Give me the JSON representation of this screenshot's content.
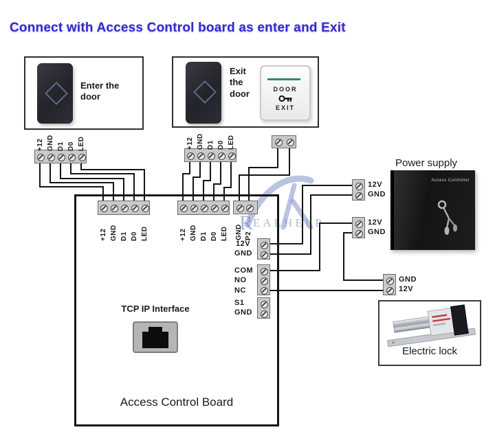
{
  "title": "Connect with Access Control board as enter and Exit",
  "enter_station": {
    "label": "Enter the door"
  },
  "exit_station": {
    "label": "Exit the door"
  },
  "exit_button": {
    "line1": "DOOR",
    "line2": "EXIT"
  },
  "pins": {
    "reader": [
      "+12",
      "GND",
      "D1",
      "D0",
      "LED"
    ],
    "board_c": [
      "GND",
      "P2"
    ],
    "power": [
      "12V",
      "GND"
    ],
    "relay": [
      "COM",
      "NO",
      "NC"
    ],
    "s1": [
      "S1",
      "GND"
    ],
    "psu1": [
      "12V",
      "GND"
    ],
    "psu2": [
      "12V",
      "GND"
    ],
    "lock": [
      "GND",
      "12V"
    ]
  },
  "board": {
    "title": "Access Control Board",
    "tcp_label": "TCP IP Interface"
  },
  "power_supply": {
    "title": "Power supply",
    "device_label": "Access Controller"
  },
  "electric_lock": {
    "title": "Electric lock"
  },
  "watermark": {
    "initial": "R",
    "rest": "EALHELP"
  },
  "colors": {
    "title_blue": "#3629cf",
    "wire_black": "#141414",
    "exit_button_green": "#2a8a78",
    "terminal_gray": "#c9c9c9"
  }
}
